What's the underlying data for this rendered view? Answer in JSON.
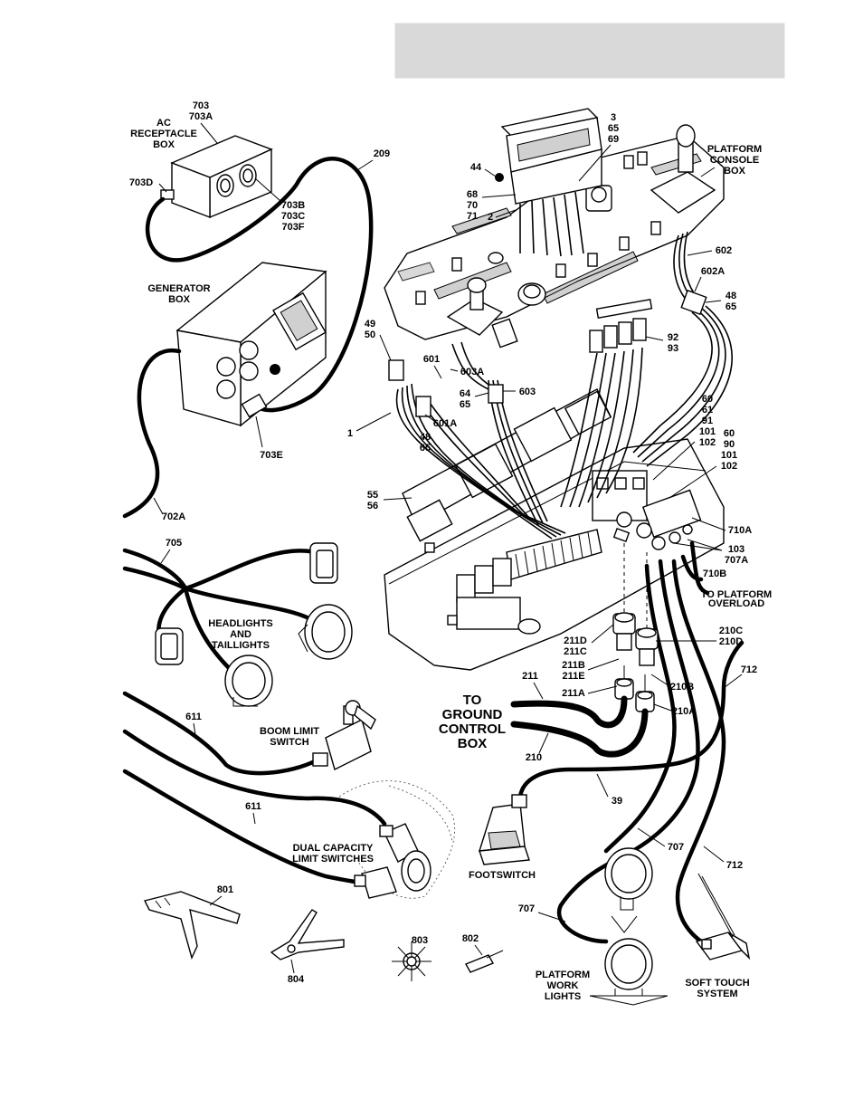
{
  "header_box": {
    "text": "",
    "fill": "#d9d9d9"
  },
  "components": {
    "ac_receptacle_box": {
      "title": [
        "AC",
        "RECEPTACLE",
        "BOX"
      ],
      "refs_top": [
        "703",
        "703A"
      ],
      "ref_plug": "703D",
      "refs_outlets": [
        "703B",
        "703C",
        "703F"
      ]
    },
    "generator_box": {
      "title": [
        "GENERATOR",
        "BOX"
      ],
      "ref_plug": "703E"
    },
    "platform_console_box": {
      "title": [
        "PLATFORM",
        "CONSOLE",
        "BOX"
      ]
    },
    "headlights": {
      "title": [
        "HEADLIGHTS",
        "AND",
        "TAILLIGHTS"
      ]
    },
    "boom_limit_switch": {
      "title": [
        "BOOM LIMIT",
        "SWITCH"
      ]
    },
    "dual_capacity": {
      "title": [
        "DUAL CAPACITY",
        "LIMIT SWITCHES"
      ]
    },
    "ground_control_box": {
      "title": [
        "TO",
        "GROUND",
        "CONTROL",
        "BOX"
      ]
    },
    "platform_overload": {
      "title": [
        "TO PLATFORM",
        "OVERLOAD"
      ]
    },
    "footswitch": {
      "title": "FOOTSWITCH"
    },
    "platform_work_lights": {
      "title": [
        "PLATFORM",
        "WORK",
        "LIGHTS"
      ]
    },
    "soft_touch_system": {
      "title": [
        "SOFT TOUCH",
        "SYSTEM"
      ]
    }
  },
  "callouts": {
    "c209": "209",
    "c702a": "702A",
    "c705": "705",
    "c611a": "611",
    "c611b": "611",
    "c801": "801",
    "c804": "804",
    "c803": "803",
    "c802": "802",
    "c3": [
      "3",
      "65",
      "69"
    ],
    "c44": "44",
    "c68": [
      "68",
      "70",
      "71"
    ],
    "c2": "2",
    "c602": "602",
    "c602a": "602A",
    "c48a": [
      "48",
      "65"
    ],
    "c49": [
      "49",
      "50"
    ],
    "c601": "601",
    "c603a": "603A",
    "c64": [
      "64",
      "65"
    ],
    "c603": "603",
    "c92": [
      "92",
      "93"
    ],
    "c1": "1",
    "c601a": "601A",
    "c48b": [
      "48",
      "65"
    ],
    "c60a": [
      "60",
      "61",
      "91",
      "101",
      "102"
    ],
    "c60b": [
      "60",
      "90",
      "101",
      "102"
    ],
    "c55": [
      "55",
      "56"
    ],
    "c710a": "710A",
    "c103": [
      "103",
      "707A"
    ],
    "c710b": "710B",
    "c211d": [
      "211D",
      "211C"
    ],
    "c211b": [
      "211B",
      "211E"
    ],
    "c211a": "211A",
    "c211": "211",
    "c210c": [
      "210C",
      "210D"
    ],
    "c210b": "210B",
    "c210a": "210A",
    "c210": "210",
    "c712a": "712",
    "c712b": "712",
    "c39": "39",
    "c707a": "707",
    "c707b": "707"
  }
}
